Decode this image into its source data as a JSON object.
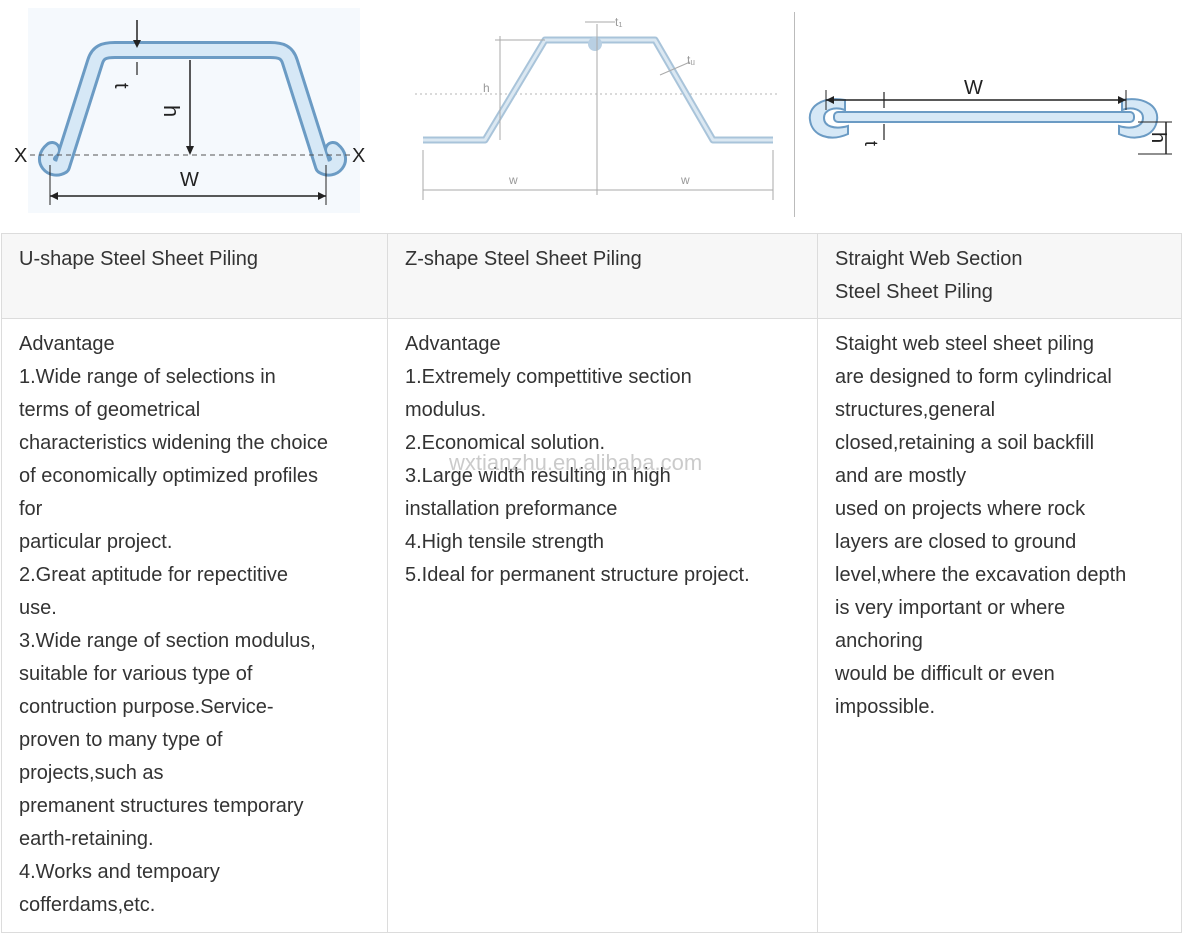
{
  "diagrams": {
    "u_shape": {
      "label_w": "W",
      "label_h": "h",
      "label_t": "t",
      "label_x_left": "X",
      "label_x_right": "X"
    },
    "z_shape": {
      "label_h": "h",
      "label_t1": "t₁",
      "label_tw": "tᵤ",
      "label_w_left": "w",
      "label_w_right": "w"
    },
    "straight": {
      "label_w": "W",
      "label_h": "h",
      "label_t": "t"
    }
  },
  "table": {
    "headers": [
      {
        "lines": [
          "U-shape Steel Sheet Piling"
        ]
      },
      {
        "lines": [
          "Z-shape Steel Sheet Piling"
        ]
      },
      {
        "lines": [
          "Straight Web Section",
          "Steel Sheet Piling"
        ]
      }
    ],
    "cells": [
      {
        "lines": [
          "Advantage",
          "1.Wide range of selections in",
          "terms of geometrical",
          "characteristics widening the choice",
          "of economically optimized profiles",
          "for",
          "particular project.",
          "2.Great aptitude for repectitive",
          "use.",
          "3.Wide range of section modulus,",
          "suitable for various type of",
          "contruction purpose.Service-",
          "proven to many type of",
          "projects,such as",
          "premanent structures temporary",
          "earth-retaining.",
          "4.Works and tempoary",
          "cofferdams,etc."
        ]
      },
      {
        "lines": [
          "Advantage",
          "1.Extremely compettitive section",
          "modulus.",
          "2.Economical solution.",
          "3.Large width resulting in high",
          "installation preformance",
          "4.High tensile strength",
          "5.Ideal for permanent structure project."
        ]
      },
      {
        "lines": [
          "Staight web steel sheet piling",
          "are designed to form cylindrical",
          "structures,general",
          "closed,retaining a soil backfill",
          "and are mostly",
          "used on projects where rock",
          "layers are closed to ground",
          "level,where the excavation depth",
          "is very important or where",
          "anchoring",
          "would be difficult or even",
          "impossible."
        ]
      }
    ]
  },
  "watermark": "wxtianzhu.en.alibaba.com",
  "colors": {
    "profile_fill": "#cfe3f2",
    "profile_stroke": "#6b9bc4",
    "dim_line": "#333333",
    "header_bg": "#f7f7f7",
    "border": "#dcdcdc",
    "text": "#333333"
  }
}
